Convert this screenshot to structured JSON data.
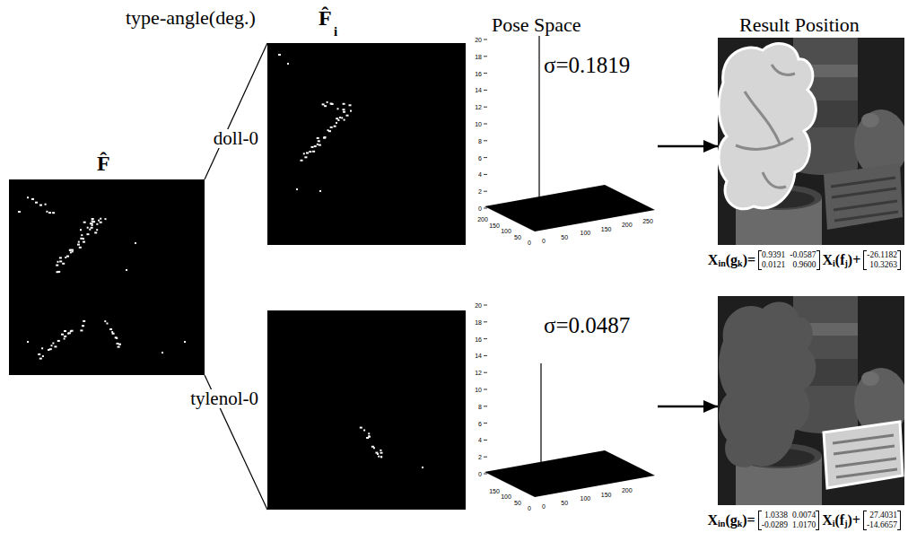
{
  "diagram": {
    "nodes": [
      {
        "text": [
          "F̂"
        ]
      },
      {
        "text": [
          "doll-0"
        ]
      },
      {
        "text": [
          "σ=0.1819",
          "20",
          "18",
          "16",
          "14",
          "12",
          "10",
          "8",
          "6",
          "4",
          "2",
          "0",
          "200",
          "150",
          "100",
          "50",
          "0",
          "0",
          "50",
          "100",
          "150",
          "200",
          "250"
        ]
      },
      {
        "text": [
          "X",
          "in",
          "(g",
          "k",
          ")=",
          "0.9391",
          "-0.0587",
          "0.0121",
          "0.9600",
          "X",
          "i",
          "(f",
          "j",
          ")+",
          "-26.1182",
          "10.3263"
        ]
      },
      {
        "text": [
          "tylenol-0"
        ]
      },
      {
        "text": [
          "σ=0.0487",
          "20",
          "18",
          "16",
          "14",
          "12",
          "10",
          "8",
          "6",
          "4",
          "2",
          "0",
          "150",
          "100",
          "50",
          "0",
          "0",
          "50",
          "100",
          "150",
          "200"
        ]
      },
      {
        "text": [
          "X",
          "in",
          "(g",
          "k",
          ")=",
          "1.0338",
          "0.0074",
          "-0.0289",
          "1.0170",
          "X",
          "i",
          "(f",
          "j",
          ")+",
          "27.4031",
          "-14.6657"
        ]
      }
    ],
    "edges": [
      {
        "from": 0,
        "to": 1,
        "arrow": "none"
      },
      {
        "from": 0,
        "to": 4,
        "arrow": "none"
      },
      {
        "from": 2,
        "to": 3,
        "arrow": "to"
      },
      {
        "from": 5,
        "to": 6,
        "arrow": "to"
      }
    ],
    "labels": [
      "type-angle(deg.)",
      "F̂",
      "i",
      "Pose Space",
      "Result Position"
    ]
  }
}
